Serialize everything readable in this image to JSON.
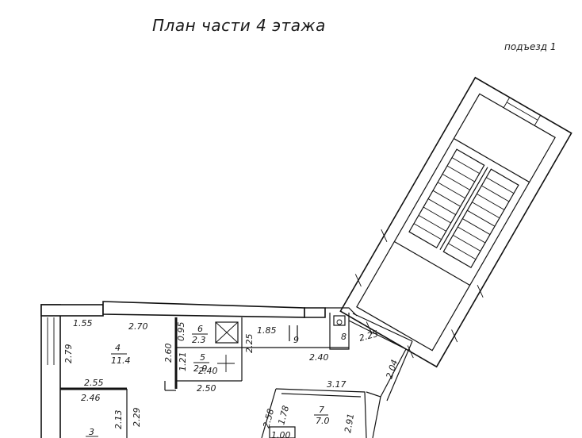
{
  "header": {
    "title": "План части 4 этажа",
    "entrance": "подъезд 1"
  },
  "rooms": {
    "r3": {
      "number": "3"
    },
    "r4": {
      "number": "4",
      "area": "11.4"
    },
    "r5": {
      "number": "5",
      "area": "2.9"
    },
    "r6": {
      "number": "6",
      "area": "2.3"
    },
    "r7": {
      "number": "7",
      "area": "7.0"
    },
    "r8": {
      "number": "8"
    },
    "r9": {
      "number": "9"
    }
  },
  "dimensions": {
    "d155": "1.55",
    "d270": "2.70",
    "d095": "0.95",
    "d185": "1.85",
    "d279": "2.79",
    "d260": "2.60",
    "d121": "1.21",
    "d225a": "2.25",
    "d240a": "2.40",
    "d240b": "2.40",
    "d250": "2.50",
    "d255": "2.55",
    "d246": "2.46",
    "d213": "2.13",
    "d229": "2.29",
    "d225b": "2.25",
    "d204": "2.04",
    "d317": "3.17",
    "d258": "2.58",
    "d178": "1.78",
    "d291": "2.91",
    "d100": "1.00"
  }
}
